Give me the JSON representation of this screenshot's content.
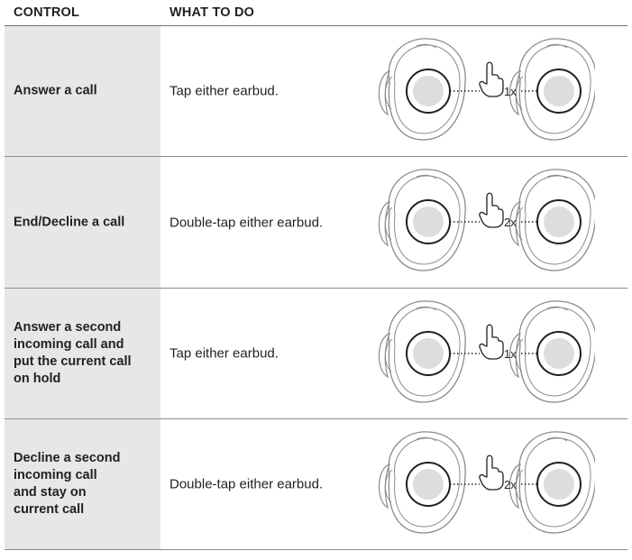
{
  "header": {
    "control": "CONTROL",
    "what_to_do": "WHAT TO DO"
  },
  "rows": [
    {
      "control": "Answer a call",
      "action": "Tap either earbud.",
      "taps": "1x"
    },
    {
      "control": "End/Decline a call",
      "action": "Double-tap either earbud.",
      "taps": "2x"
    },
    {
      "control": "Answer a second\nincoming call and\nput the current call\non hold",
      "action": "Tap either earbud.",
      "taps": "1x"
    },
    {
      "control": "Decline a second\nincoming call\nand stay on\ncurrent call",
      "action": "Double-tap either earbud.",
      "taps": "2x"
    }
  ]
}
